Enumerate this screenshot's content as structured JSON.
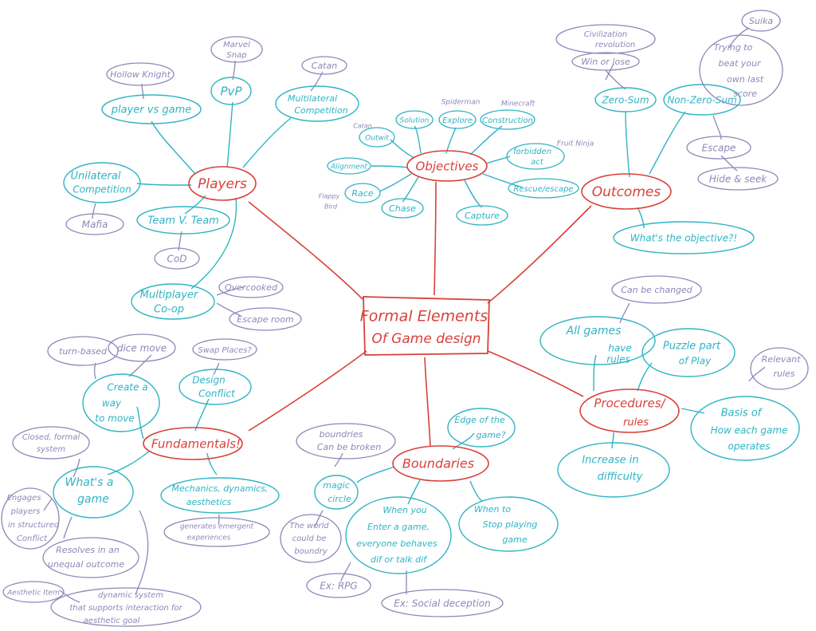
{
  "colors": {
    "core": "#d8413a",
    "secondary": "#2fb4c4",
    "tertiary": "#8d87b8"
  },
  "center": {
    "l1": "Formal Elements",
    "l2": "Of Game design"
  },
  "players": {
    "title": "Players",
    "pvg": "player vs game",
    "hollow": "Hollow Knight",
    "pvp": "PvP",
    "marvel1": "Marvel",
    "marvel2": "Snap",
    "multilat1": "Multilateral",
    "multilat2": "Competition",
    "catan": "Catan",
    "unilat1": "Unilateral",
    "unilat2": "Competition",
    "mafia": "Mafia",
    "tvt": "Team V. Team",
    "cod": "CoD",
    "coop1": "Multiplayer",
    "coop2": "Co-op",
    "overcooked": "Overcooked",
    "escape": "Escape room"
  },
  "objectives": {
    "title": "Objectives",
    "outwit": "Outwit",
    "catan": "Catan",
    "solution": "Solution",
    "explore": "Explore",
    "spiderman": "Spiderman",
    "construction": "Construction",
    "minecraft": "Minecraft",
    "forbidden1": "forbidden",
    "forbidden2": "act",
    "fruit": "Fruit Ninja",
    "alignment": "Alignment",
    "rescue": "Rescue/escape",
    "race": "Race",
    "flappy1": "Flappy",
    "flappy2": "Bird",
    "chase": "Chase",
    "capture": "Capture"
  },
  "outcomes": {
    "title": "Outcomes",
    "civ1": "Civilization",
    "civ2": "revolution",
    "winlose": "Win or lose",
    "zero": "Zero-Sum",
    "nonzero": "Non-Zero-Sum",
    "suika": "Suika",
    "beat1": "Trying to",
    "beat2": "beat your",
    "beat3": "own last",
    "beat4": "score",
    "escape": "Escape",
    "hide": "Hide & seek",
    "objective": "What's the objective?!"
  },
  "procedures": {
    "title1": "Procedures/",
    "title2": "rules",
    "changed": "Can be changed",
    "allrules1": "All games",
    "allrules2": "have",
    "allrules3": "rules",
    "puzzle1": "Puzzle part",
    "puzzle2": "of Play",
    "relevant1": "Relevant",
    "relevant2": "rules",
    "basis1": "Basis of",
    "basis2": "How each game",
    "basis3": "operates",
    "increase1": "Increase in",
    "increase2": "difficulty"
  },
  "boundaries": {
    "title": "Boundaries",
    "edge1": "Edge of the",
    "edge2": "game?",
    "broken1": "boundries",
    "broken2": "Can be broken",
    "magic1": "magic",
    "magic2": "circle",
    "world1": "The world",
    "world2": "could be",
    "world3": "boundry",
    "enter1": "When you",
    "enter2": "Enter a game,",
    "enter3": "everyone behaves",
    "enter4": "dif or talk dif",
    "stop1": "When to",
    "stop2": "Stop playing",
    "stop3": "game",
    "rpg": "Ex: RPG",
    "social": "Ex: Social deception"
  },
  "fundamentals": {
    "title": "Fundamentals!",
    "turn": "turn-based",
    "dice": "dice move",
    "create1": "Create a",
    "create2": "way",
    "create3": "to move",
    "swap": "Swap Places?",
    "design1": "Design",
    "design2": "Conflict",
    "closed1": "Closed, formal",
    "closed2": "system",
    "whats1": "What's a",
    "whats2": "game",
    "engage1": "Engages",
    "engage2": "players",
    "engage3": "in structured",
    "engage4": "Conflict",
    "mda1": "Mechanics, dynamics,",
    "mda2": "aesthetics",
    "gen1": "generates emergent",
    "gen2": "experiences",
    "resolve1": "Resolves in an",
    "resolve2": "unequal outcome",
    "aesthetic": "Aesthetic Item",
    "dyn1": "dynamic system",
    "dyn2": "that supports interaction for",
    "dyn3": "aesthetic goal"
  }
}
